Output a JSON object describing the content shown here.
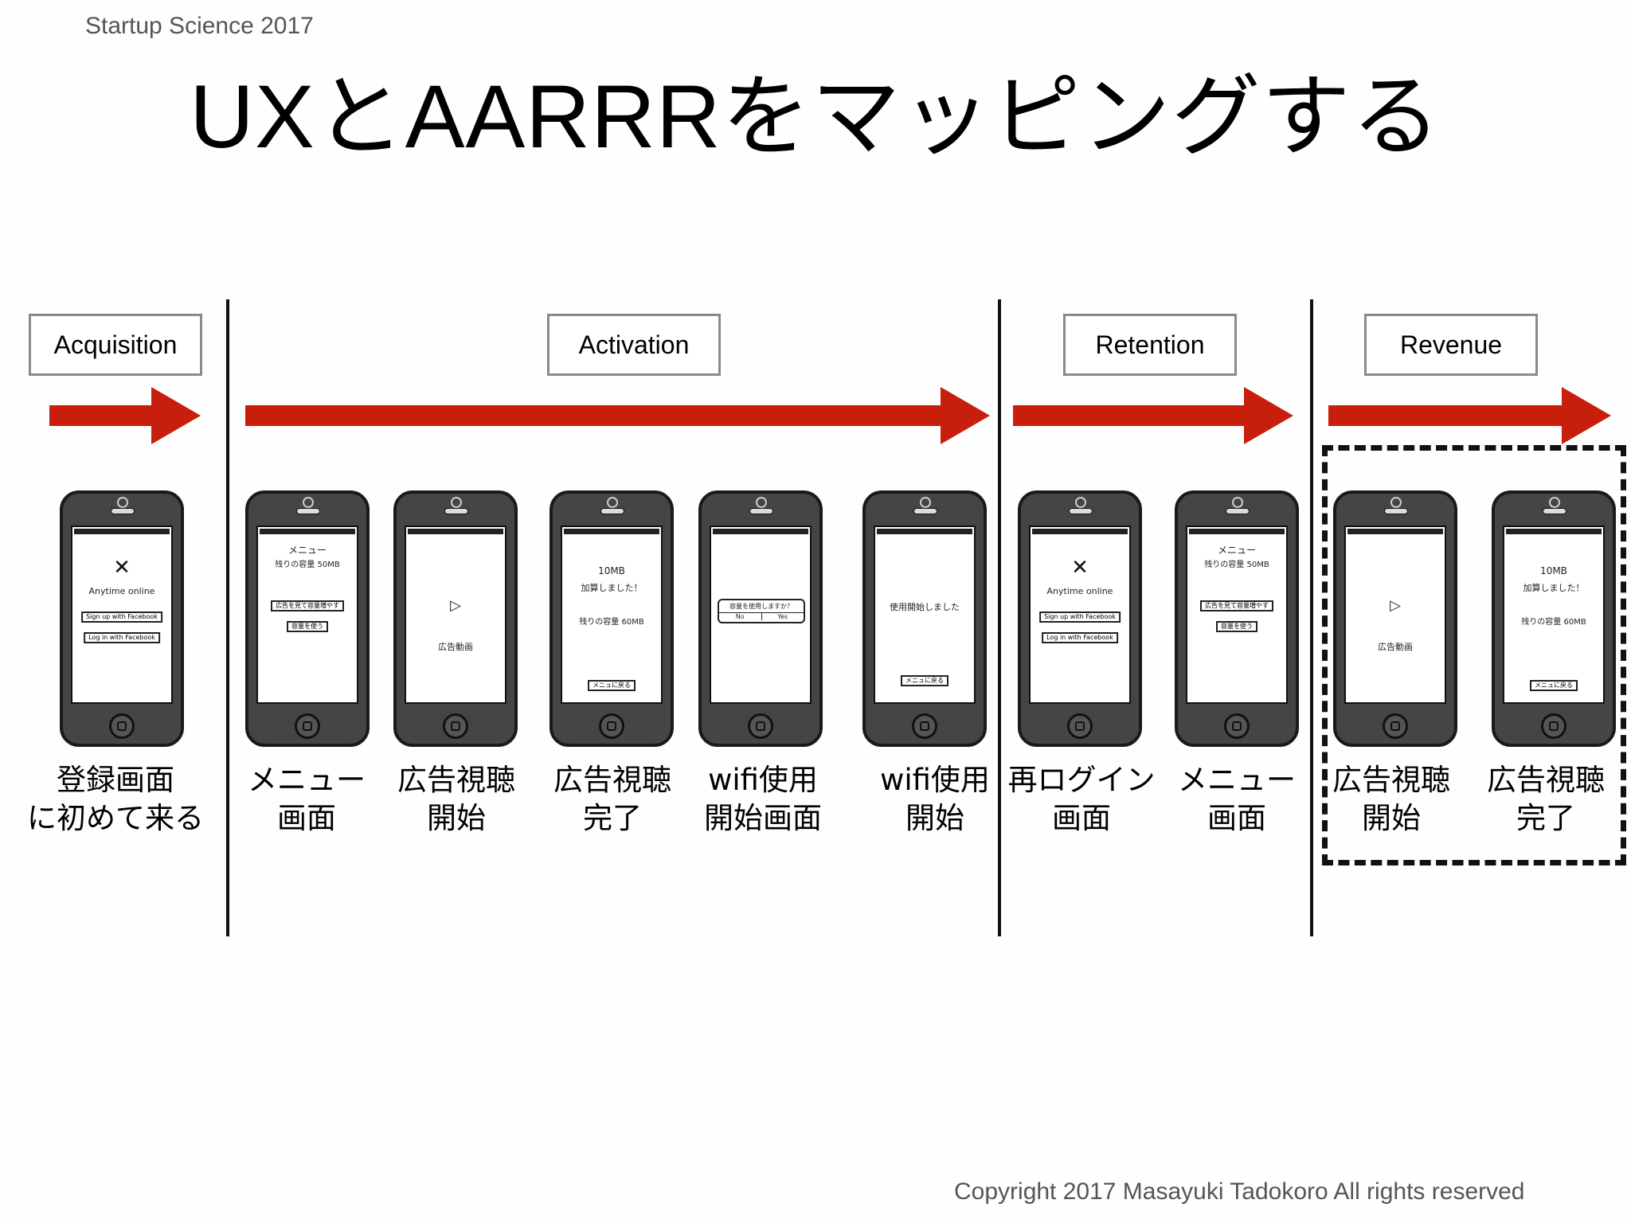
{
  "header": "Startup Science 2017",
  "title": "UXとAARRRをマッピングする",
  "stages": [
    "Acquisition",
    "Activation",
    "Retention",
    "Revenue"
  ],
  "accent_color": "#c81e0c",
  "screens": {
    "login": {
      "brand": "Anytime online",
      "btn1": "Sign up with Facebook",
      "btn2": "Log in with Facebook"
    },
    "menu": {
      "title": "メニュー",
      "capacity": "残りの容量 50MB",
      "btn1": "広告を見て容量増やす",
      "btn2": "容量を使う"
    },
    "ad": {
      "label": "広告動画"
    },
    "done": {
      "line1": "10MB",
      "line2": "加算しました！",
      "capacity": "残りの容量 60MB",
      "btn": "メニュに戻る"
    },
    "confirm": {
      "question": "容量を使用しますか？",
      "no": "No",
      "yes": "Yes"
    },
    "started": {
      "message": "使用開始しました",
      "btn": "メニュに戻る"
    }
  },
  "captions": [
    {
      "line1": "登録画面",
      "line2": "に初めて来る"
    },
    {
      "line1": "メニュー",
      "line2": "画面"
    },
    {
      "line1": "広告視聴",
      "line2": "開始"
    },
    {
      "line1": "広告視聴",
      "line2": "完了"
    },
    {
      "line1": "wifi使用",
      "line2": "開始画面"
    },
    {
      "line1": "wifi使用",
      "line2": "開始"
    },
    {
      "line1": "再ログイン",
      "line2": "画面"
    },
    {
      "line1": "メニュー",
      "line2": "画面"
    },
    {
      "line1": "広告視聴",
      "line2": "開始"
    },
    {
      "line1": "広告視聴",
      "line2": "完了"
    }
  ],
  "copyright": "Copyright 2017 Masayuki Tadokoro All rights reserved"
}
